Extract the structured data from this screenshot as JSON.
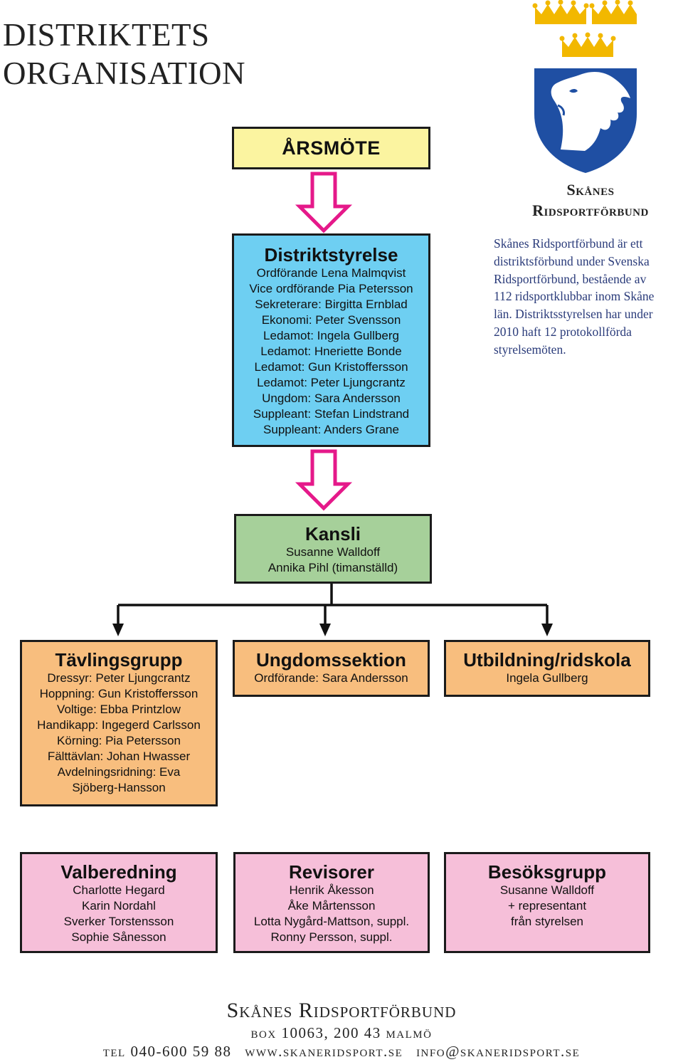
{
  "page": {
    "title_lines": [
      "DISTRIKTETS",
      "ORGANISATION"
    ]
  },
  "colors": {
    "arsmote": "#fbf4a0",
    "styrelse": "#6ecff2",
    "kansli": "#a6d09a",
    "orange": "#f8be7e",
    "pink": "#f6bfd9",
    "arrow": "#e5198a",
    "logo_blue": "#1f4fa3",
    "crown_gold": "#f2b800"
  },
  "arsmote": {
    "title": "ÅRSMÖTE"
  },
  "styrelse": {
    "title": "Distriktstyrelse",
    "members": [
      "Ordförande Lena Malmqvist",
      "Vice ordförande Pia Petersson",
      "Sekreterare: Birgitta Ernblad",
      "Ekonomi: Peter Svensson",
      "Ledamot: Ingela Gullberg",
      "Ledamot: Hneriette Bonde",
      "Ledamot: Gun Kristoffersson",
      "Ledamot: Peter Ljungcrantz",
      "Ungdom: Sara Andersson",
      "Suppleant: Stefan Lindstrand",
      "Suppleant: Anders Grane"
    ]
  },
  "kansli": {
    "title": "Kansli",
    "members": [
      "Susanne Walldoff",
      "Annika Pihl (timanställd)"
    ]
  },
  "tavling": {
    "title": "Tävlingsgrupp",
    "members": [
      "Dressyr: Peter Ljungcrantz",
      "Hoppning: Gun Kristoffersson",
      "Voltige: Ebba Printzlow",
      "Handikapp: Ingegerd Carlsson",
      "Körning: Pia Petersson",
      "Fälttävlan: Johan Hwasser",
      "Avdelningsridning: Eva",
      "Sjöberg-Hansson"
    ]
  },
  "ungdom": {
    "title": "Ungdomssektion",
    "members": [
      "Ordförande: Sara Andersson"
    ]
  },
  "utbildning": {
    "title": "Utbildning/ridskola",
    "members": [
      "Ingela Gullberg"
    ]
  },
  "valberedning": {
    "title": "Valberedning",
    "members": [
      "Charlotte Hegard",
      "Karin Nordahl",
      "Sverker Torstensson",
      "Sophie Sånesson"
    ]
  },
  "revisorer": {
    "title": "Revisorer",
    "members": [
      "Henrik Åkesson",
      "Åke Mårtensson",
      "Lotta Nygård-Mattson, suppl.",
      "Ronny Persson, suppl."
    ]
  },
  "besoksgrupp": {
    "title": "Besöksgrupp",
    "members": [
      "Susanne Walldoff",
      "+ representant",
      "från styrelsen"
    ]
  },
  "org": {
    "name_lines": [
      "Skånes",
      "Ridsportförbund"
    ],
    "logo_icon": "horse-head-shield-with-three-crowns",
    "description_lines": [
      "Skånes Ridsportförbund är ett",
      "distriktsförbund under Svenska",
      "Ridsportförbund, bestående av",
      "112 ridsportklubbar inom Skåne",
      "län. Distriktsstyrelsen har under",
      "2010 haft 12 protokollförda",
      "styrelsemöten."
    ]
  },
  "footer": {
    "name": "Skånes Ridsportförbund",
    "address": "box 10063, 200 43 malmö",
    "phone": "tel 040-600 59 88",
    "web": "www.skaneridsport.se",
    "email": "info@skaneridsport.se"
  }
}
